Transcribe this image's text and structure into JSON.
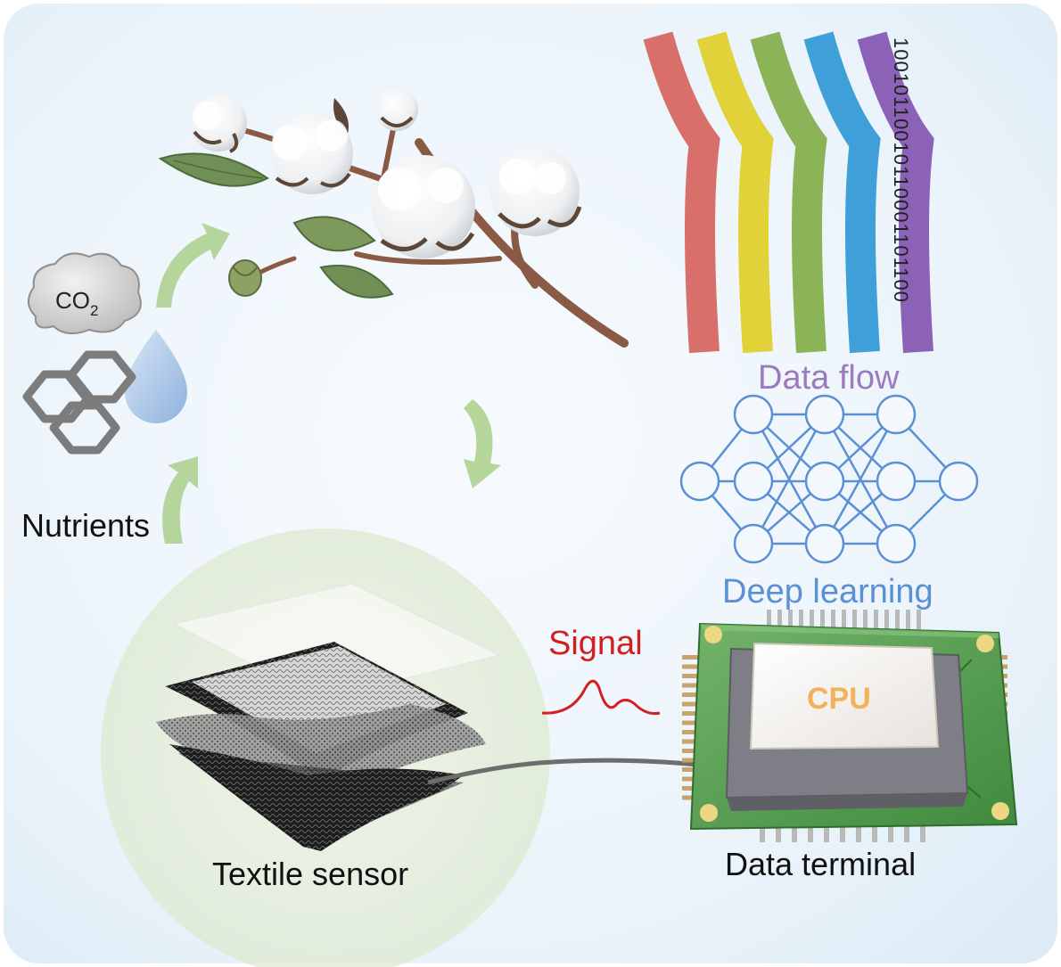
{
  "labels": {
    "co2_main": "CO",
    "co2_sub": "2",
    "nutrients": "Nutrients",
    "data_flow": "Data flow",
    "deep_learning": "Deep learning",
    "signal": "Signal",
    "cpu": "CPU",
    "textile_sensor": "Textile sensor",
    "data_terminal": "Data terminal"
  },
  "binary_stream": "10010110010110001101100",
  "colors": {
    "background": "#eef5fb",
    "arrow_green": "#a9cf8a",
    "droplet_blue": "#a8c4e6",
    "hexagon_gray": "#7c7c7c",
    "data_flow_text": "#9b7bbd",
    "deep_learning_blue": "#5b8fd6",
    "signal_red": "#d21f1f",
    "cpu_text": "#f2b15c",
    "pcb_green": "#4f9a4a",
    "ribbons": [
      "#d96f6a",
      "#e2d23a",
      "#8bb357",
      "#3f9fd8",
      "#8b62b8"
    ]
  },
  "icons": [
    "cloud-icon",
    "droplet-icon",
    "hexagon-cluster-icon",
    "cotton-branch-icon",
    "neural-network-icon",
    "cpu-chip-icon",
    "textile-layers-icon",
    "signal-wave-icon"
  ]
}
